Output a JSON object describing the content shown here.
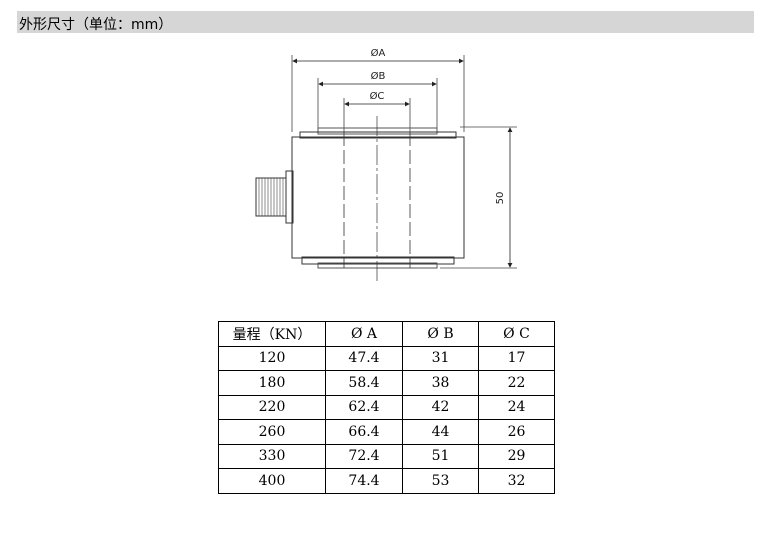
{
  "header": {
    "title": "外形尺寸（单位：mm）"
  },
  "drawing": {
    "label_a": "ØA",
    "label_b": "ØB",
    "label_c": "ØC",
    "label_height": "50"
  },
  "table": {
    "headers": [
      "量程（KN）",
      "Ø A",
      "Ø B",
      "Ø C"
    ],
    "rows": [
      [
        "120",
        "47.4",
        "31",
        "17"
      ],
      [
        "180",
        "58.4",
        "38",
        "22"
      ],
      [
        "220",
        "62.4",
        "42",
        "24"
      ],
      [
        "260",
        "66.4",
        "44",
        "26"
      ],
      [
        "330",
        "72.4",
        "51",
        "29"
      ],
      [
        "400",
        "74.4",
        "53",
        "32"
      ]
    ]
  }
}
